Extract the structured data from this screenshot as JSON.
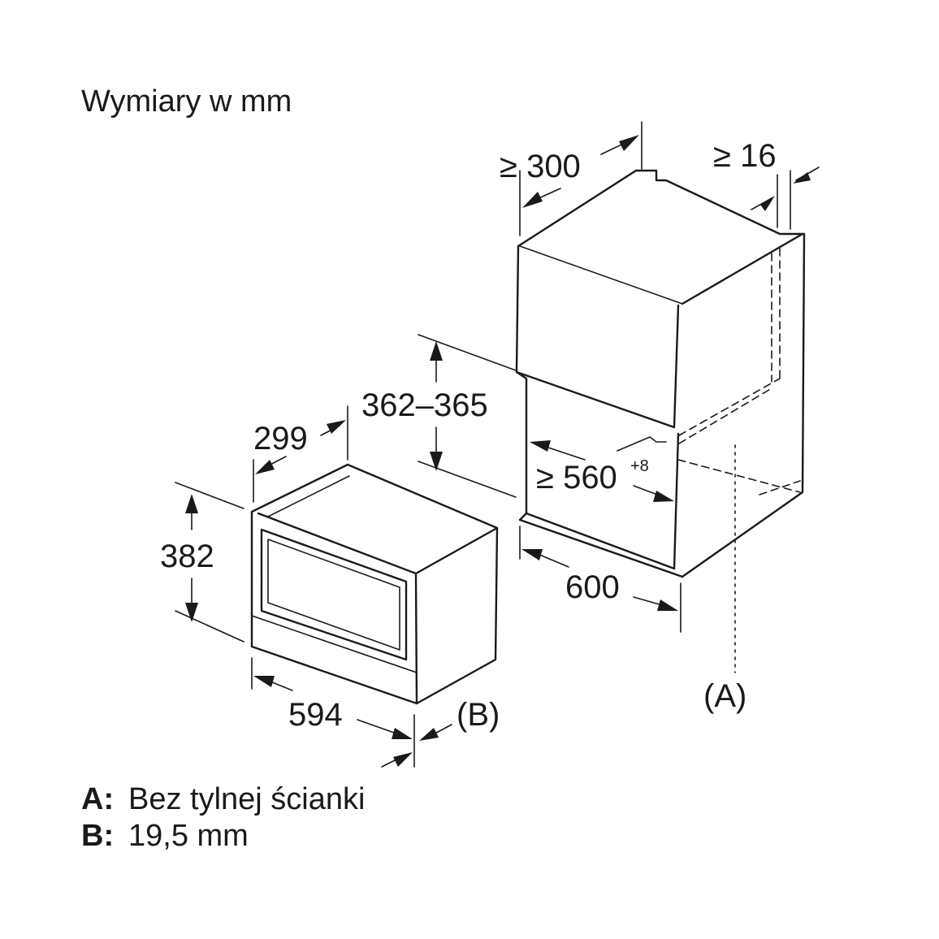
{
  "title": "Wymiary w mm",
  "dimensions": {
    "niche_depth": "≥ 300",
    "gap_right": "≥ 16",
    "niche_height": "362–365",
    "niche_width": "≥ 560",
    "niche_width_tolerance": "+8",
    "cabinet_width": "600",
    "appliance_depth": "299",
    "appliance_height": "382",
    "appliance_width": "594"
  },
  "markers": {
    "a": "(A)",
    "b": "(B)"
  },
  "legend": [
    {
      "key": "A:",
      "text": "Bez tylnej ścianki"
    },
    {
      "key": "B:",
      "text": "19,5 mm"
    }
  ]
}
